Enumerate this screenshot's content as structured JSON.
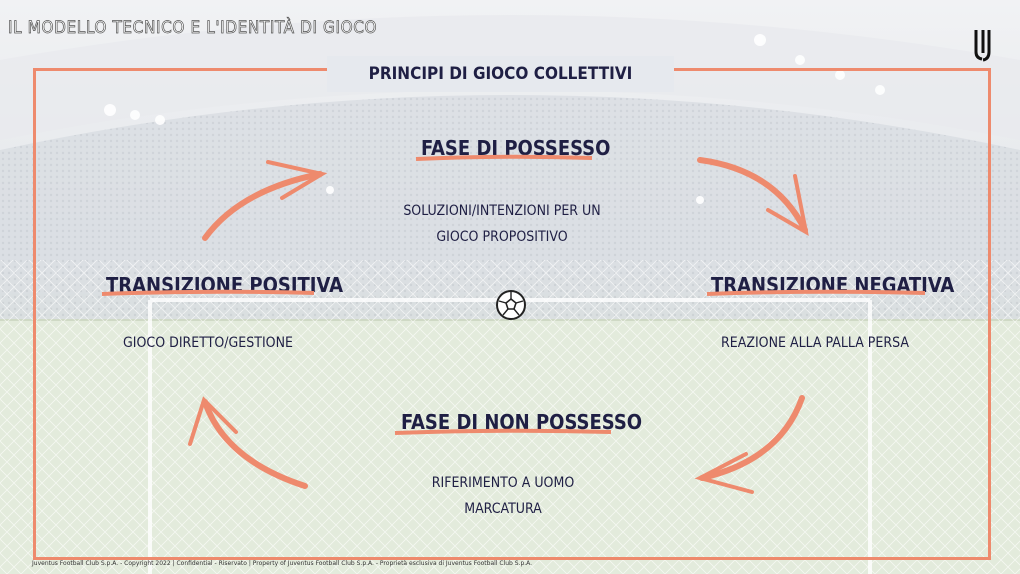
{
  "header": {
    "title": "IL MODELLO TECNICO E L'IDENTITÀ DI GIOCO"
  },
  "banner": {
    "title": "PRINCIPI DI GIOCO COLLETTIVI"
  },
  "phases": {
    "possesso": {
      "title": "FASE DI POSSESSO",
      "desc_line1": "SOLUZIONI/INTENZIONI PER UN",
      "desc_line2": "GIOCO PROPOSITIVO"
    },
    "transizione_negativa": {
      "title": "TRANSIZIONE NEGATIVA",
      "desc": "REAZIONE ALLA PALLA PERSA"
    },
    "non_possesso": {
      "title": "FASE DI NON POSSESSO",
      "desc_line1": "RIFERIMENTO A UOMO",
      "desc_line2": "MARCATURA"
    },
    "transizione_positiva": {
      "title": "TRANSIZIONE POSITIVA",
      "desc": "GIOCO DIRETTO/GESTIONE"
    }
  },
  "footer": {
    "text": "Juventus Football Club S.p.A. - Copyright 2022 | Confidential - Riservato | Property of Juventus Football Club S.p.A. - Proprietà esclusiva di Juventus Football Club S.p.A."
  },
  "icons": {
    "logo": "juventus-logo",
    "ball": "football-icon"
  },
  "colors": {
    "accent": "#ee8a6d",
    "text": "#1f1f44",
    "banner_bg": "#e6e9ee"
  }
}
